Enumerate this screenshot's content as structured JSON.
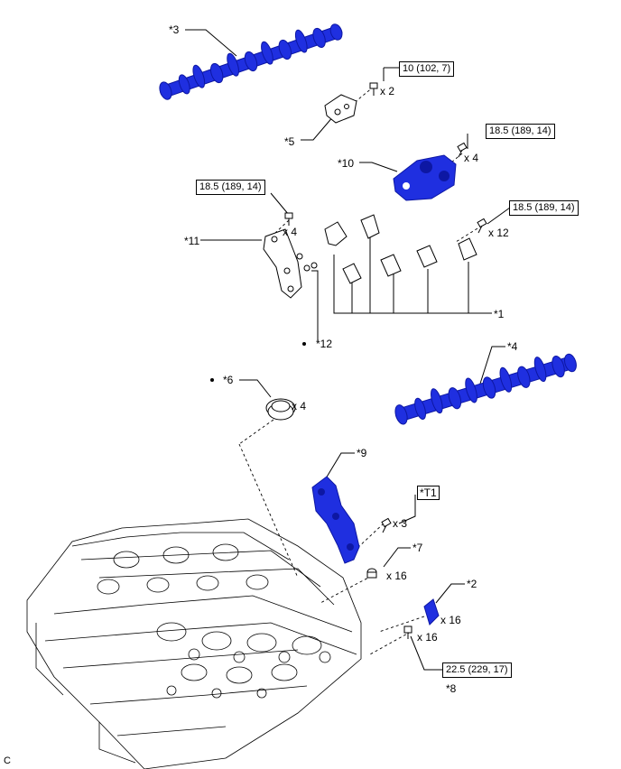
{
  "colors": {
    "part": "#1f2fe0",
    "part_dark": "#0d17a3",
    "outline": "#000000"
  },
  "labels": {
    "p3": "*3",
    "p5": "*5",
    "p10": "*10",
    "p11": "*11",
    "p1": "*1",
    "p12": "*12",
    "p4": "*4",
    "p6": "*6",
    "p9": "*9",
    "p7": "*7",
    "p2": "*2",
    "p8": "*8",
    "t1": "*T1"
  },
  "quantities": {
    "q5": "x 2",
    "q10": "x 4",
    "q11": "x 4",
    "q1": "x 12",
    "q6": "x 4",
    "qt1": "x 3",
    "q7": "x 16",
    "q2": "x 16",
    "q8": "x 16"
  },
  "torques": {
    "t5": "10 (102, 7)",
    "t10": "18.5 (189, 14)",
    "t11": "18.5 (189, 14)",
    "t1": "18.5 (189, 14)",
    "t8": "22.5 (229, 17)"
  },
  "corner_code": "C"
}
